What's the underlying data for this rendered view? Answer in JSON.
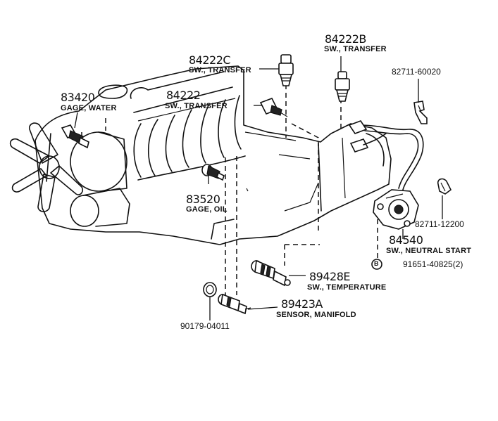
{
  "parts": {
    "sw_transfer_c": {
      "number": "84222C",
      "name": "SW., TRANSFER"
    },
    "sw_transfer_b": {
      "number": "84222B",
      "name": "SW., TRANSFER"
    },
    "clip_upper": {
      "number": "82711-60020"
    },
    "gage_water": {
      "number": "83420",
      "name": "GAGE, WATER"
    },
    "sw_transfer": {
      "number": "84222",
      "name": "SW., TRANSFER"
    },
    "gage_oil": {
      "number": "83520",
      "name": "GAGE, OIL"
    },
    "clip_lower": {
      "number": "82711-12200"
    },
    "sw_neutral_start": {
      "number": "84540",
      "name": "SW., NEUTRAL START"
    },
    "bolt": {
      "symbol": "B",
      "number": "91651-40825(2)"
    },
    "sw_temperature": {
      "number": "89428E",
      "name": "SW., TEMPERATURE"
    },
    "sensor_manifold": {
      "number": "89423A",
      "name": "SENSOR, MANIFOLD"
    },
    "gasket": {
      "number": "90179-04011"
    }
  },
  "icons": [
    "engine-block-illustration",
    "fan-icon",
    "switch-icon",
    "sensor-icon",
    "clip-icon",
    "gasket-icon"
  ]
}
